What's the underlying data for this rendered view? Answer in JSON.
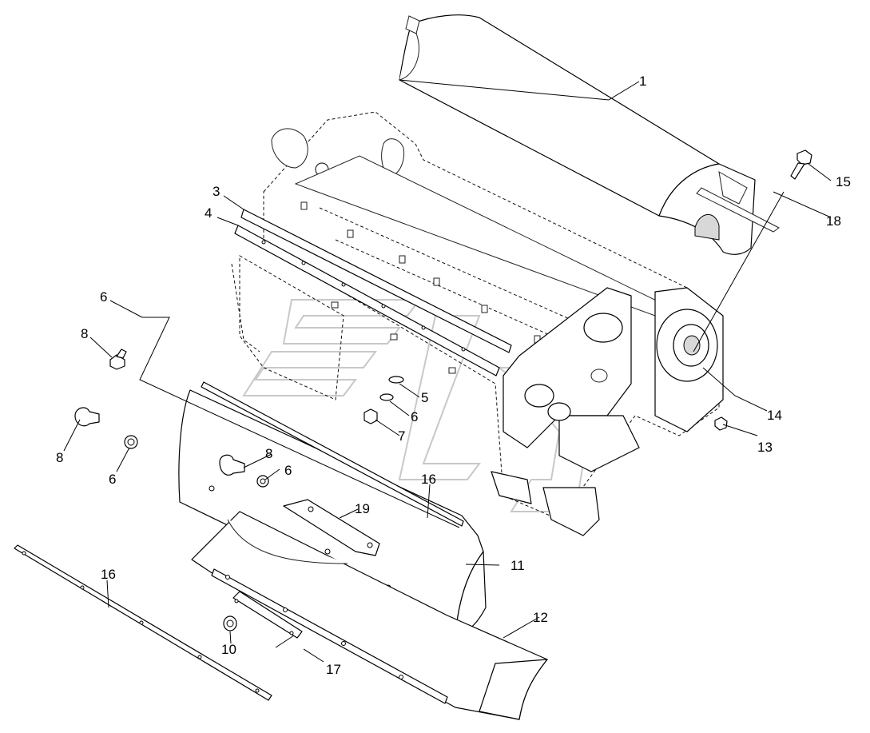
{
  "callouts": [
    {
      "id": "c1",
      "text": "1"
    },
    {
      "id": "c3",
      "text": "3"
    },
    {
      "id": "c4",
      "text": "4"
    },
    {
      "id": "c5",
      "text": "5"
    },
    {
      "id": "c6a",
      "text": "6"
    },
    {
      "id": "c6b",
      "text": "6"
    },
    {
      "id": "c6c",
      "text": "6"
    },
    {
      "id": "c6d",
      "text": "6"
    },
    {
      "id": "c7",
      "text": "7"
    },
    {
      "id": "c8a",
      "text": "8"
    },
    {
      "id": "c8b",
      "text": "8"
    },
    {
      "id": "c8c",
      "text": "8"
    },
    {
      "id": "c10",
      "text": "10"
    },
    {
      "id": "c11",
      "text": "11"
    },
    {
      "id": "c12",
      "text": "12"
    },
    {
      "id": "c13",
      "text": "13"
    },
    {
      "id": "c14",
      "text": "14"
    },
    {
      "id": "c15",
      "text": "15"
    },
    {
      "id": "c16a",
      "text": "16"
    },
    {
      "id": "c16b",
      "text": "16"
    },
    {
      "id": "c17",
      "text": "17"
    },
    {
      "id": "c18",
      "text": "18"
    },
    {
      "id": "c19",
      "text": "19"
    }
  ]
}
